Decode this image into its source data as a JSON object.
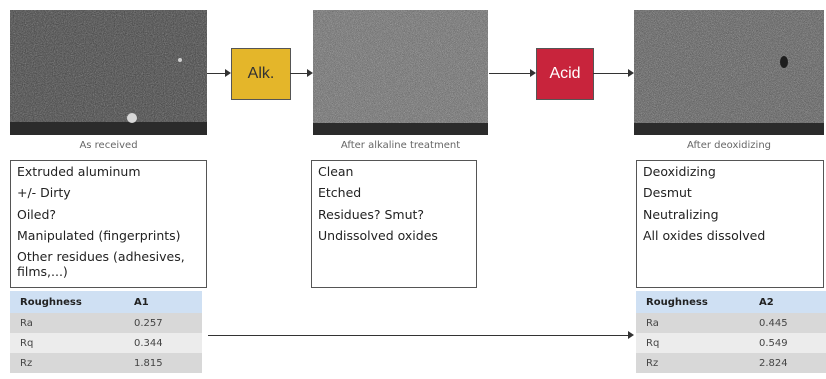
{
  "stages": [
    {
      "caption": "As received"
    },
    {
      "caption": "After alkaline treatment"
    },
    {
      "caption": "After deoxidizing"
    }
  ],
  "processes": [
    {
      "label": "Alk.",
      "color": "#e4b62a"
    },
    {
      "label": "Acid",
      "color": "#c8243c"
    }
  ],
  "boxes": [
    {
      "lines": [
        "Extruded aluminum",
        "+/- Dirty",
        "Oiled?",
        "Manipulated (fingerprints)",
        "Other residues (adhesives, films,...)"
      ]
    },
    {
      "lines": [
        "Clean",
        "Etched",
        "Residues? Smut?",
        "Undissolved oxides"
      ]
    },
    {
      "lines": [
        "Deoxidizing",
        "Desmut",
        "Neutralizing",
        "All oxides dissolved"
      ]
    }
  ],
  "tables": [
    {
      "header": [
        "Roughness",
        "A1"
      ],
      "rows": [
        [
          "Ra",
          "0.257"
        ],
        [
          "Rq",
          "0.344"
        ],
        [
          "Rz",
          "1.815"
        ]
      ]
    },
    {
      "header": [
        "Roughness",
        "A2"
      ],
      "rows": [
        [
          "Ra",
          "0.445"
        ],
        [
          "Rq",
          "0.549"
        ],
        [
          "Rz",
          "2.824"
        ]
      ]
    }
  ]
}
